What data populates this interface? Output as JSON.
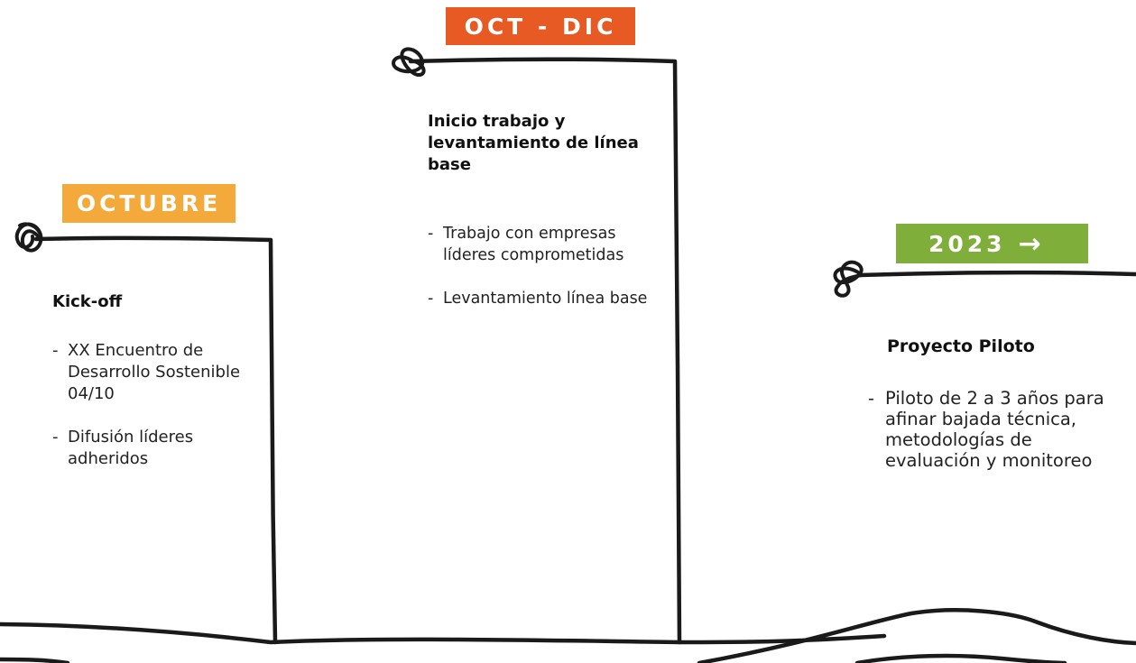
{
  "colors": {
    "octubre_label": "#f4a93b",
    "octdic_label": "#e85a24",
    "y2023_label": "#7fae3a",
    "ink": "#1a1a1a"
  },
  "timeline": [
    {
      "period": "OCTUBRE",
      "heading": "Kick-off",
      "bullets": [
        "XX Encuentro de Desarrollo Sostenible 04/10",
        "Difusión líderes adheridos"
      ]
    },
    {
      "period": "OCT - DIC",
      "heading": "Inicio trabajo y levantamiento de línea base",
      "bullets": [
        "Trabajo con empresas líderes comprometidas",
        "Levantamiento línea base"
      ]
    },
    {
      "period": "2023",
      "arrow": "→",
      "heading": "Proyecto Piloto",
      "bullets": [
        "Piloto de 2 a 3 años para afinar bajada técnica, metodologías de evaluación y monitoreo"
      ]
    }
  ]
}
